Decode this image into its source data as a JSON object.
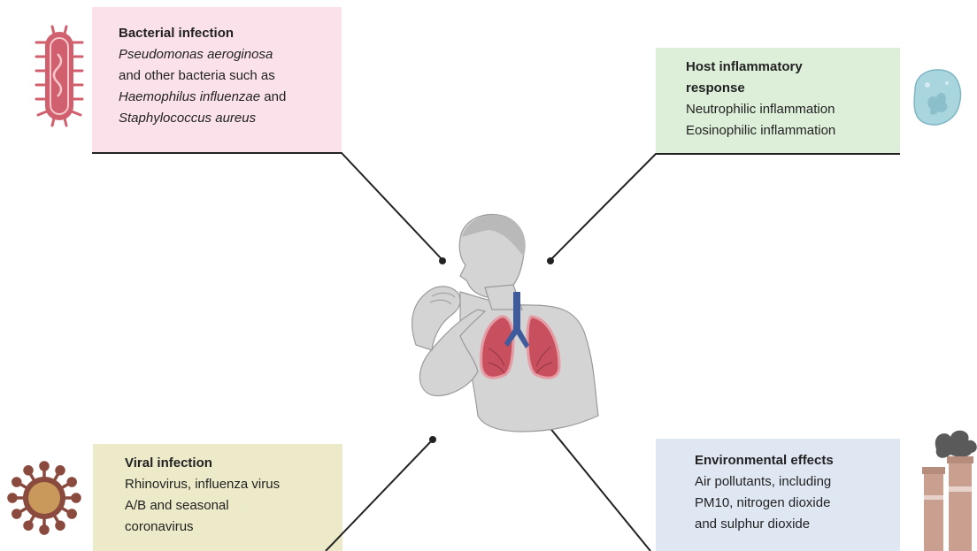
{
  "colors": {
    "bacterial_bg": "#fbe2ea",
    "host_bg": "#ddefd9",
    "viral_bg": "#eceac8",
    "environmental_bg": "#dfe7f3",
    "bacterium": "#d1606e",
    "macrophage": "#a9d6de",
    "virus": "#8a4a3e",
    "factory": "#c9a08f",
    "lungs": "#c8505e",
    "trachea": "#3f5b9b",
    "skin": "#d4d4d4"
  },
  "bacterial": {
    "title": "Bacterial infection",
    "line1": "Pseudomonas aeroginosa",
    "line2": "and other bacteria such as",
    "line3_italic": "Haemophilus influenzae",
    "line3_rest": " and",
    "line4": "Staphylococcus aureus",
    "icon": "rod-bacterium-icon"
  },
  "host": {
    "title_line1": "Host inflammatory",
    "title_line2": "response",
    "line1": "Neutrophilic inflammation",
    "line2": "Eosinophilic inflammation",
    "icon": "macrophage-cell-icon"
  },
  "viral": {
    "title": "Viral infection",
    "line1": "Rhinovirus, influenza virus",
    "line2": "A/B and seasonal",
    "line3": "coronavirus",
    "icon": "virus-particle-icon"
  },
  "environmental": {
    "title": "Environmental effects",
    "line1": "Air pollutants, including",
    "line2": "PM10, nitrogen dioxide",
    "line3": "and sulphur dioxide",
    "icon": "factory-chimney-icon"
  },
  "center": {
    "icon": "coughing-person-with-lungs-icon"
  }
}
